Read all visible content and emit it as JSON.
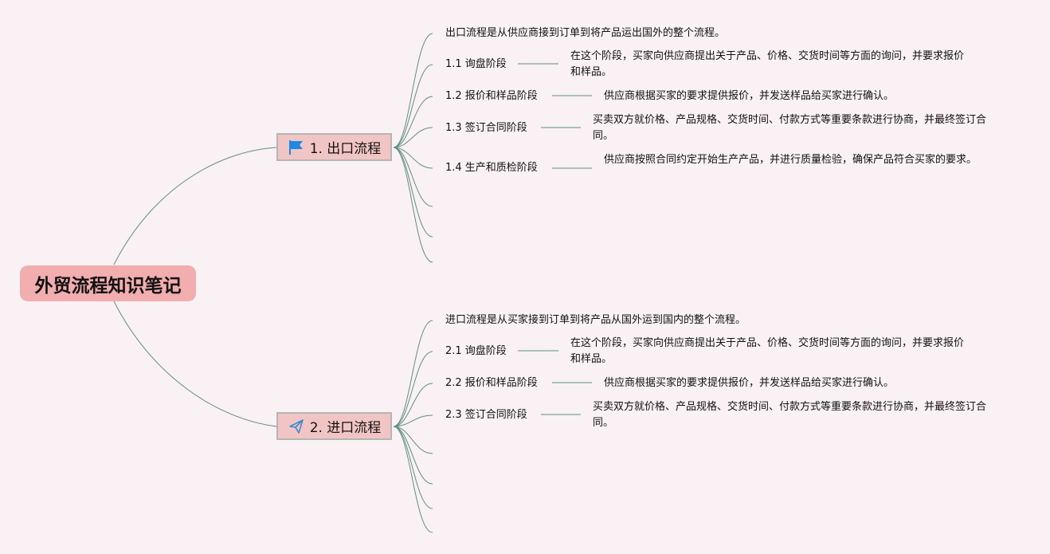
{
  "root": {
    "title": "外贸流程知识笔记"
  },
  "branches": [
    {
      "label": "1. 出口流程",
      "icon": "flag-icon",
      "intro": "出口流程是从供应商接到订单到将产品运出国外的整个流程。",
      "stages": [
        {
          "label": "1.1 询盘阶段",
          "desc": "在这个阶段，买家向供应商提出关于产品、价格、交货时间等方面的询问，并要求报价和样品。"
        },
        {
          "label": "1.2 报价和样品阶段",
          "desc": "供应商根据买家的要求提供报价，并发送样品给买家进行确认。"
        },
        {
          "label": "1.3 签订合同阶段",
          "desc": "买卖双方就价格、产品规格、交货时间、付款方式等重要条款进行协商，并最终签订合同。"
        },
        {
          "label": "1.4 生产和质检阶段",
          "desc": "供应商按照合同约定开始生产产品，并进行质量检验，确保产品符合买家的要求。"
        }
      ]
    },
    {
      "label": "2. 进口流程",
      "icon": "paper-plane-icon",
      "intro": "进口流程是从买家接到订单到将产品从国外运到国内的整个流程。",
      "stages": [
        {
          "label": "2.1 询盘阶段",
          "desc": "在这个阶段，买家向供应商提出关于产品、价格、交货时间等方面的询问，并要求报价和样品。"
        },
        {
          "label": "2.2 报价和样品阶段",
          "desc": "供应商根据买家的要求提供报价，并发送样品给买家进行确认。"
        },
        {
          "label": "2.3 签订合同阶段",
          "desc": "买卖双方就价格、产品规格、交货时间、付款方式等重要条款进行协商，并最终签订合同。"
        }
      ]
    }
  ],
  "colors": {
    "background": "#f9f1f3",
    "root": "#f2aeae",
    "branch": "#f2c5c5",
    "connector": "#5f8f82",
    "flag": "#1e88e5",
    "plane": "#3a8bd1"
  }
}
